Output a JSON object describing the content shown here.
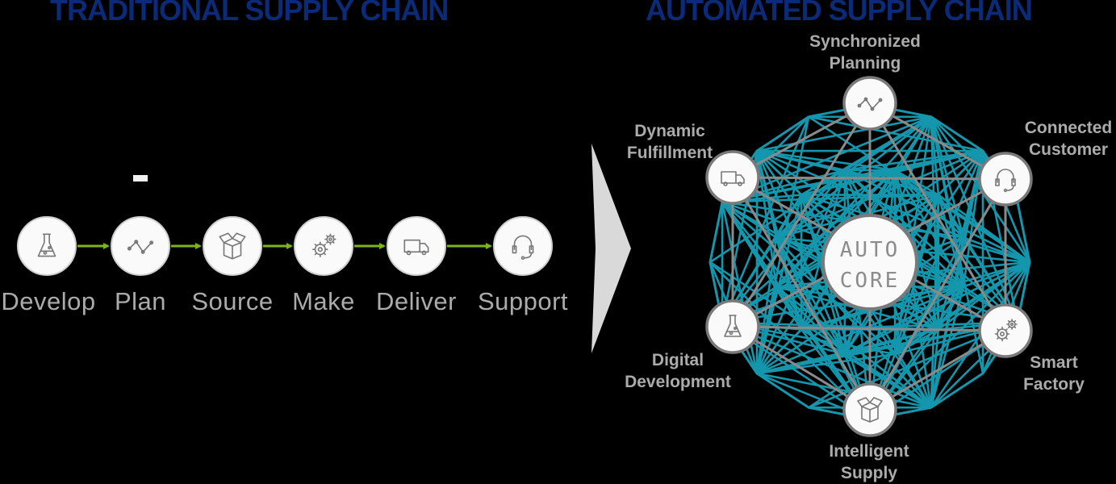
{
  "titles": {
    "traditional": "TRADITIONAL SUPPLY CHAIN",
    "automated": "AUTOMATED SUPPLY CHAIN"
  },
  "colors": {
    "title": "#0b2a78",
    "arrow_green": "#7ab51d",
    "mesh_teal": "#1497ad",
    "spoke_gray": "#8a8a8a",
    "node_fill": "#fafafa",
    "node_ring": "#7a7a7a",
    "label_gray": "#ababab",
    "chevron": "#d9d9d9"
  },
  "traditional_steps": [
    {
      "label": "Develop",
      "icon": "flask-icon"
    },
    {
      "label": "Plan",
      "icon": "line-chart-icon"
    },
    {
      "label": "Source",
      "icon": "box-icon"
    },
    {
      "label": "Make",
      "icon": "gears-icon"
    },
    {
      "label": "Deliver",
      "icon": "truck-icon"
    },
    {
      "label": "Support",
      "icon": "headset-icon"
    }
  ],
  "core": {
    "line1": "AUTO",
    "line2": "CORE"
  },
  "automated_nodes": [
    {
      "label_lines": [
        "Synchronized",
        "Planning"
      ],
      "icon": "line-chart-icon"
    },
    {
      "label_lines": [
        "Connected",
        "Customer"
      ],
      "icon": "headset-icon"
    },
    {
      "label_lines": [
        "Smart",
        "Factory"
      ],
      "icon": "gears-icon"
    },
    {
      "label_lines": [
        "Intelligent",
        "Supply"
      ],
      "icon": "box-icon"
    },
    {
      "label_lines": [
        "Digital",
        "Development"
      ],
      "icon": "flask-icon"
    },
    {
      "label_lines": [
        "Dynamic",
        "Fulfillment"
      ],
      "icon": "truck-icon"
    }
  ]
}
